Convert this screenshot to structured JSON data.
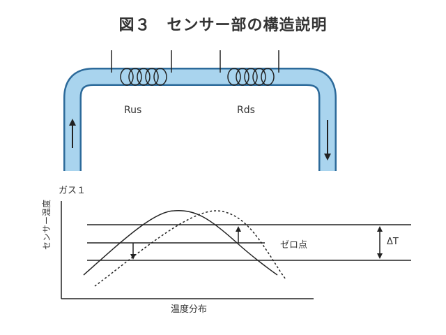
{
  "figure": {
    "title": "図３　センサー部の構造説明"
  },
  "sensor": {
    "upstream_coil_label": "Rus",
    "downstream_coil_label": "Rds"
  },
  "graph": {
    "gas_label": "ガス１",
    "y_axis_label": "センサー温度",
    "x_axis_label": "温度分布",
    "zero_point_label": "ゼロ点",
    "delta_t_label": "ΔT"
  },
  "colors": {
    "tube_fill": "#a9d4ee",
    "tube_stroke": "#2c6a9a",
    "line": "#222222"
  }
}
